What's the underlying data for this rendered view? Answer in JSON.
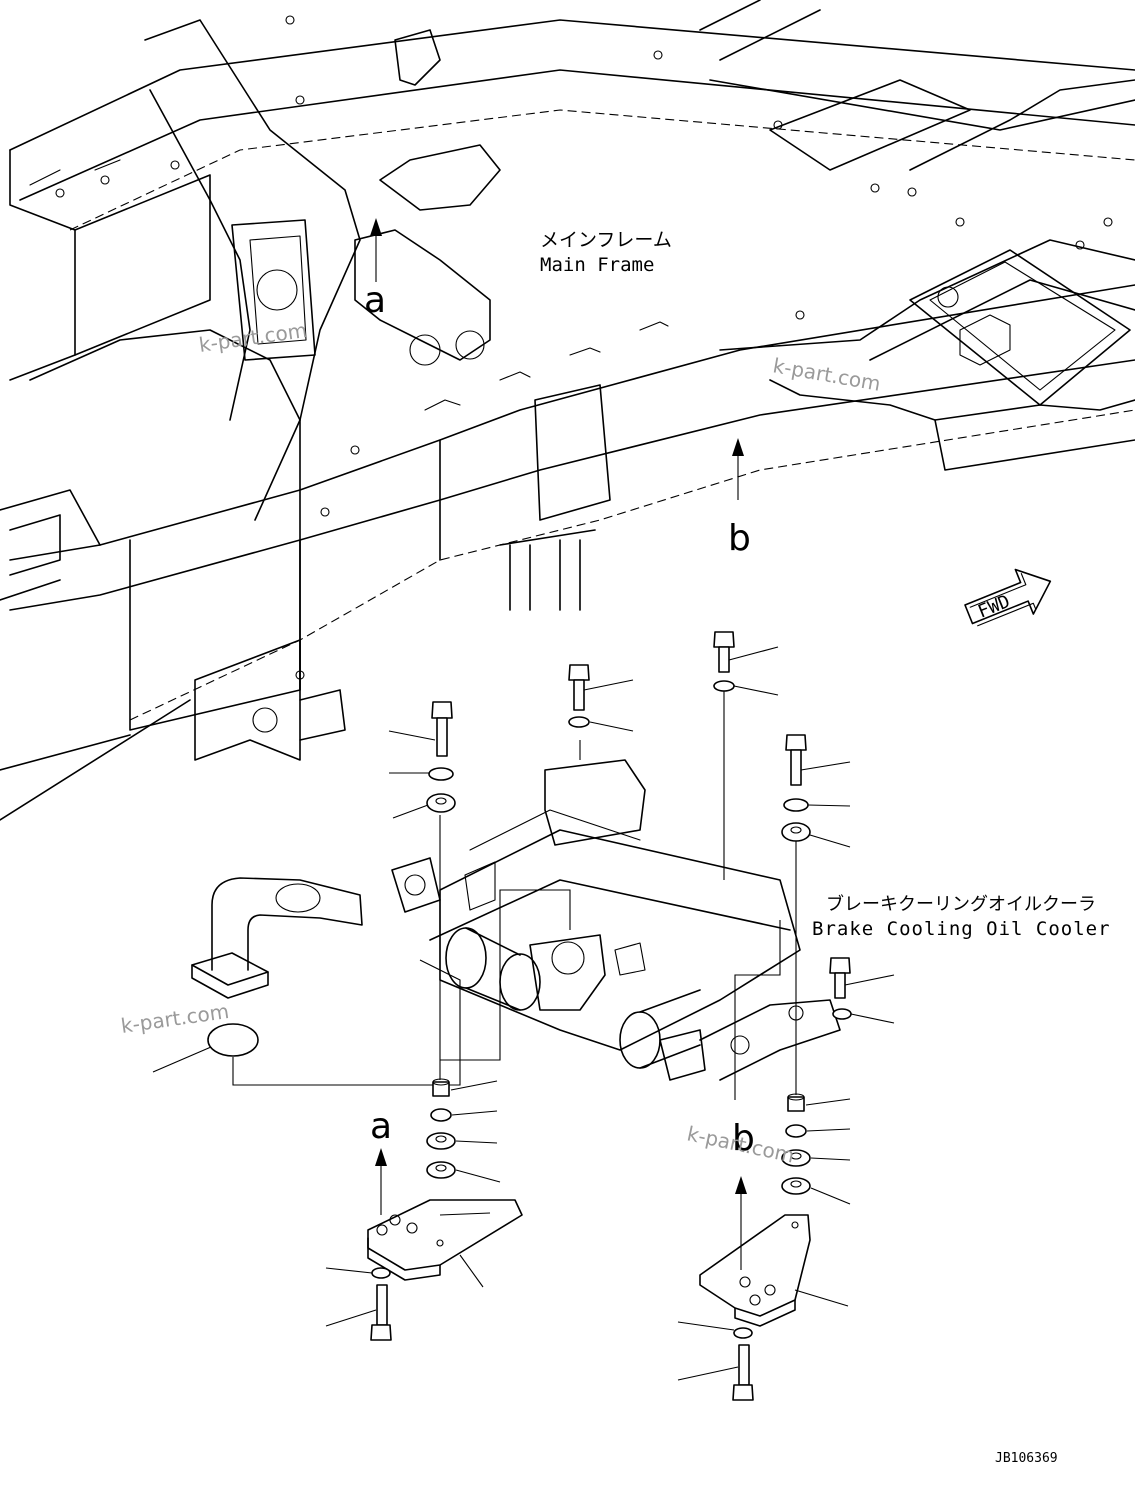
{
  "labels": {
    "main_frame_jp": "メインフレーム",
    "main_frame_en": "Main Frame",
    "cooler_jp": "ブレーキクーリングオイルクーラ",
    "cooler_en": "Brake Cooling Oil Cooler",
    "fwd": "FWD",
    "drawing_id": "JB106369"
  },
  "view_markers": {
    "a_top": "a",
    "b_top": "b",
    "a_bottom": "a",
    "b_bottom": "b"
  },
  "watermarks": [
    "k-part.com",
    "k-part.com",
    "k-part.com",
    "k-part.com"
  ]
}
